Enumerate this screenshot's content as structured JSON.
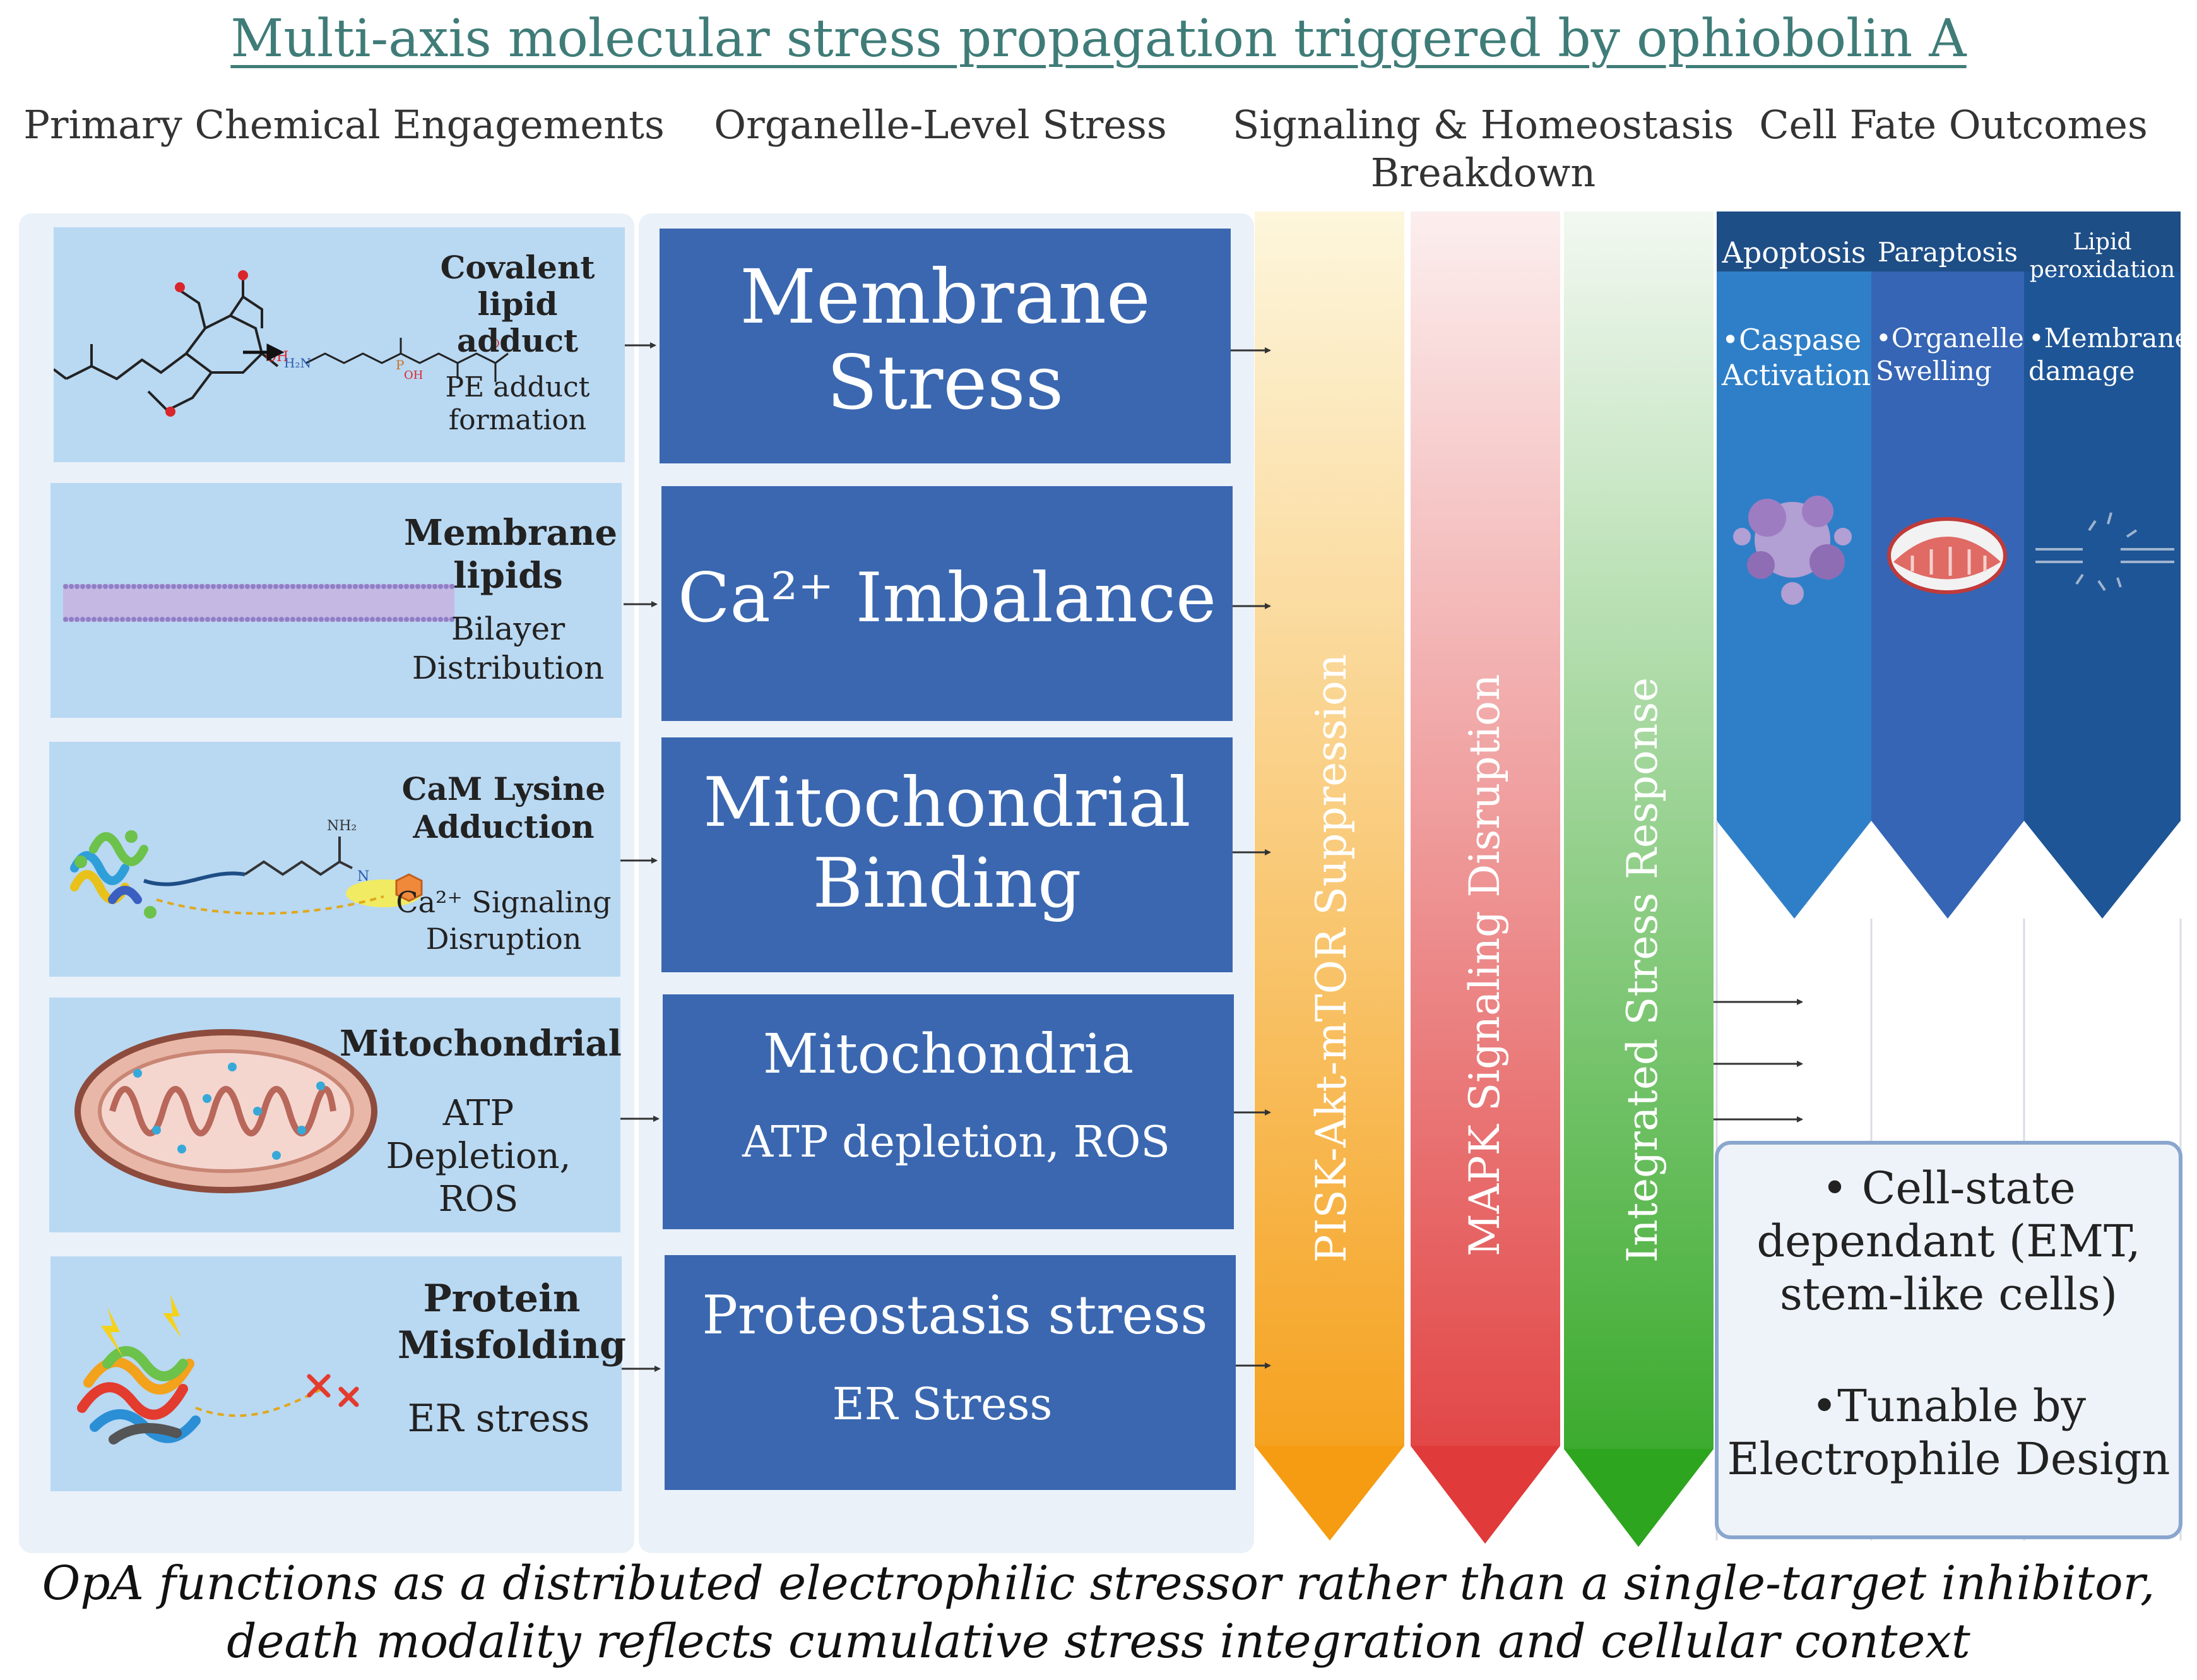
{
  "title": "Multi-axis molecular stress propagation triggered by ophiobolin A",
  "columns": {
    "c1": "Primary Chemical Engagements",
    "c2": "Organelle-Level Stress",
    "c3_line1": "Signaling & Homeostasis",
    "c3_line2": "Breakdown",
    "c4": "Cell Fate Outcomes"
  },
  "engagements": [
    {
      "lines": [
        "Covalent",
        "lipid",
        "adduct"
      ],
      "sub": [
        "PE adduct",
        "formation"
      ],
      "icon": "pe-adduct-structure-icon"
    },
    {
      "lines": [
        "Membrane",
        "lipids"
      ],
      "sub": [
        "Bilayer",
        "Distribution"
      ],
      "icon": "lipid-bilayer-icon"
    },
    {
      "lines": [
        "CaM Lysine",
        "Adduction"
      ],
      "sub": [
        "Ca²⁺ Signaling",
        "Disruption"
      ],
      "icon": "calmodulin-protein-icon"
    },
    {
      "lines": [
        "Mitochondrial"
      ],
      "sub": [
        "ATP",
        "Depletion,",
        "ROS"
      ],
      "icon": "mitochondrion-icon"
    },
    {
      "lines": [
        "Protein",
        "Misfolding"
      ],
      "sub": [
        "ER stress"
      ],
      "icon": "misfolded-protein-icon"
    }
  ],
  "chem_labels": {
    "oh": "OH",
    "h2n": "H₂N",
    "nh2": "NH₂",
    "n": "N",
    "o": "O",
    "p": "P"
  },
  "stresses": [
    {
      "main": [
        "Membrane",
        "Stress"
      ],
      "sub": ""
    },
    {
      "main": [
        "Ca²⁺ Imbalance"
      ],
      "sub": ""
    },
    {
      "main": [
        "Mitochondrial",
        "Binding"
      ],
      "sub": ""
    },
    {
      "main": [
        "Mitochondria"
      ],
      "sub": "ATP depletion, ROS"
    },
    {
      "main": [
        "Proteostasis stress"
      ],
      "sub": "ER Stress"
    }
  ],
  "signaling": [
    {
      "label": "PISK-Akt-mTOR Suppression",
      "color_top": "#fdf6dc",
      "color_bottom": "#f59c12"
    },
    {
      "label": "MAPK Signaling Disruption",
      "color_top": "#fceeee",
      "color_bottom": "#e03a3a"
    },
    {
      "label": "Integrated Stress Response",
      "color_top": "#f2f8f1",
      "color_bottom": "#2ea51f"
    }
  ],
  "fates": [
    {
      "head": [
        "Apoptosis"
      ],
      "sub": [
        "•Caspase",
        "Activation"
      ],
      "icon": "apoptotic-cell-icon",
      "color": "#2f7fc8"
    },
    {
      "head": [
        "Paraptosis"
      ],
      "sub": [
        "•Organelle",
        "Swelling"
      ],
      "icon": "swollen-mitochondrion-icon",
      "color": "#3565b4"
    },
    {
      "head": [
        "Lipid",
        "peroxidation"
      ],
      "sub": [
        "•Membrane",
        "damage"
      ],
      "icon": "damaged-membrane-icon",
      "color": "#1e5596"
    }
  ],
  "context_box": {
    "lines1": [
      "• Cell-state",
      "dependant (EMT,",
      "stem-like cells)"
    ],
    "lines2": [
      "•Tunable by",
      "Electrophile Design"
    ]
  },
  "footer": [
    "OpA functions as a distributed electrophilic stressor rather than a single-target inhibitor,",
    "death modality reflects cumulative stress integration and cellular context"
  ]
}
